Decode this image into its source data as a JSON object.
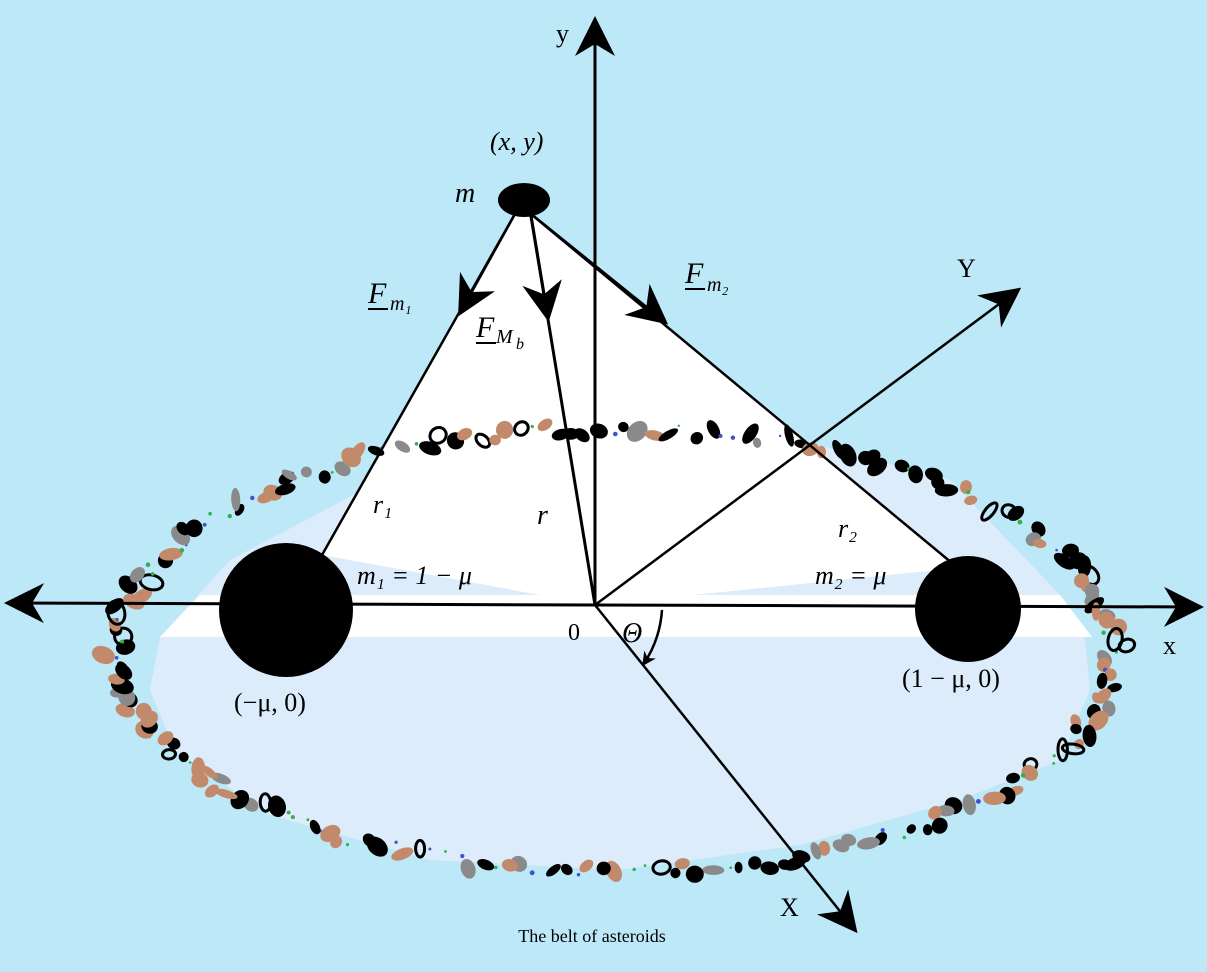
{
  "diagram": {
    "caption": "The belt of asteroids",
    "axes": {
      "x": "x",
      "y": "y",
      "rotated_x": "X",
      "rotated_y": "Y",
      "origin": "0",
      "angle": "Θ"
    },
    "particle": {
      "symbol": "m",
      "coords": "(x, y)"
    },
    "primary1": {
      "mass_label": "m₁ = 1 − μ",
      "coords": "(−μ, 0)",
      "distance": "r₁"
    },
    "primary2": {
      "mass_label": "m₂ = μ",
      "coords": "(1 − μ, 0)",
      "distance": "r₂"
    },
    "radius": "r",
    "forces": {
      "f_m1": "F",
      "f_m1_sub": "m₁",
      "f_mb": "F",
      "f_mb_sub": "M",
      "f_mb_subsub": "b",
      "f_m2": "F",
      "f_m2_sub": "m₂"
    },
    "colors": {
      "background": "#bde8f8",
      "triangle_fill": "#ffffff",
      "belt_interior": "#dcecfb",
      "asteroid_black": "#000000",
      "asteroid_brown": "#c28a6a",
      "asteroid_gray": "#8a8a8a",
      "dust_green": "#2db34a",
      "dust_blue": "#4050c8"
    }
  }
}
